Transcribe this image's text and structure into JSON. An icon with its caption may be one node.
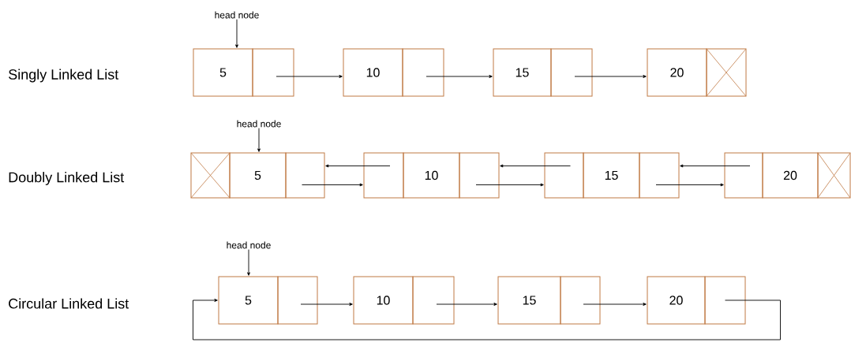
{
  "diagram": {
    "nodes": [
      {
        "text": [
          "head node"
        ]
      },
      {
        "text": [
          "5"
        ]
      },
      {
        "text": [],
        "shape": "box"
      },
      {
        "text": [
          "10"
        ]
      },
      {
        "text": [],
        "shape": "box"
      },
      {
        "text": [
          "15"
        ]
      },
      {
        "text": [],
        "shape": "box"
      },
      {
        "text": [
          "20"
        ]
      },
      {
        "text": [],
        "shape": "cross-box"
      },
      {
        "text": [
          "head node"
        ]
      },
      {
        "text": [],
        "shape": "cross-box"
      },
      {
        "text": [
          "5"
        ]
      },
      {
        "text": [],
        "shape": "box"
      },
      {
        "text": [],
        "shape": "box"
      },
      {
        "text": [
          "10"
        ]
      },
      {
        "text": [],
        "shape": "box"
      },
      {
        "text": [],
        "shape": "box"
      },
      {
        "text": [
          "15"
        ]
      },
      {
        "text": [],
        "shape": "box"
      },
      {
        "text": [],
        "shape": "box"
      },
      {
        "text": [
          "20"
        ]
      },
      {
        "text": [],
        "shape": "cross-box"
      },
      {
        "text": [
          "head node"
        ]
      },
      {
        "text": [
          "5"
        ]
      },
      {
        "text": [],
        "shape": "box"
      },
      {
        "text": [
          "10"
        ]
      },
      {
        "text": [],
        "shape": "box"
      },
      {
        "text": [
          "15"
        ]
      },
      {
        "text": [],
        "shape": "box"
      },
      {
        "text": [
          "20"
        ]
      },
      {
        "text": [],
        "shape": "box"
      }
    ],
    "edges": [
      {
        "from": 0,
        "to": 1,
        "arrow": "to"
      },
      {
        "from": 2,
        "to": 3,
        "arrow": "to"
      },
      {
        "from": 4,
        "to": 5,
        "arrow": "to"
      },
      {
        "from": 6,
        "to": 7,
        "arrow": "to"
      },
      {
        "from": 9,
        "to": 11,
        "arrow": "to"
      },
      {
        "from": 13,
        "to": 12,
        "arrow": "to"
      },
      {
        "from": 12,
        "to": 13,
        "arrow": "to"
      },
      {
        "from": 16,
        "to": 15,
        "arrow": "to"
      },
      {
        "from": 15,
        "to": 16,
        "arrow": "to"
      },
      {
        "from": 19,
        "to": 18,
        "arrow": "to"
      },
      {
        "from": 18,
        "to": 19,
        "arrow": "to"
      },
      {
        "from": 22,
        "to": 23,
        "arrow": "to"
      },
      {
        "from": 24,
        "to": 25,
        "arrow": "to"
      },
      {
        "from": 26,
        "to": 27,
        "arrow": "to"
      },
      {
        "from": 28,
        "to": 29,
        "arrow": "to"
      },
      {
        "from": 30,
        "to": 23,
        "arrow": "to"
      }
    ],
    "labels": [
      "Singly Linked List",
      "Doubly Linked List",
      "Circular Linked List"
    ]
  }
}
